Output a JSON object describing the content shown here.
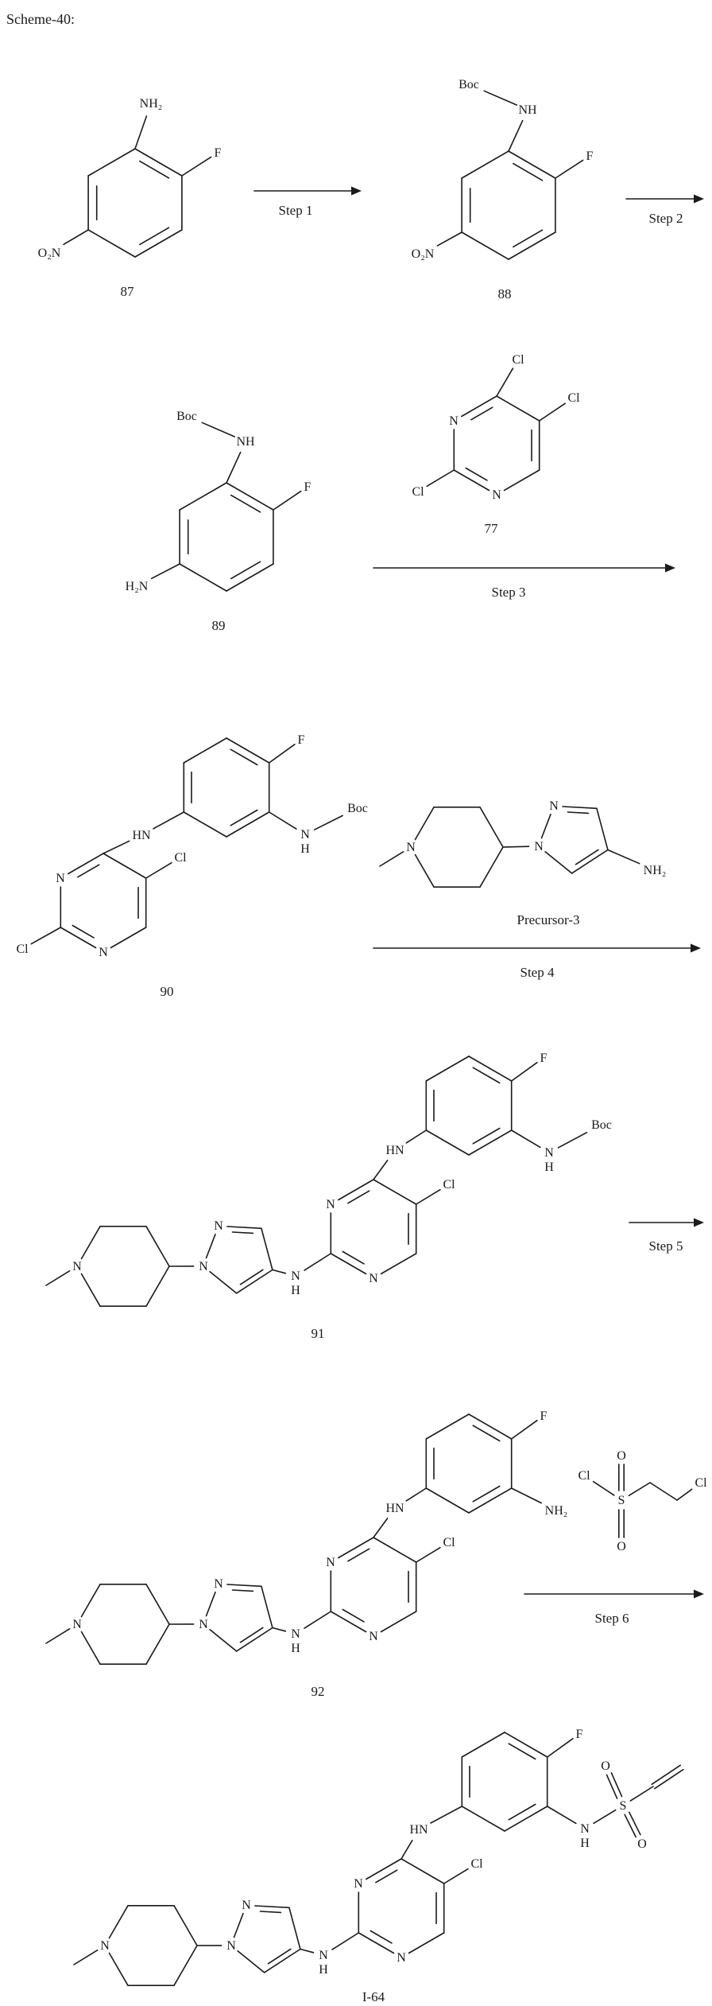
{
  "scheme": {
    "title": "Scheme-40:"
  },
  "steps": {
    "s1": "Step 1",
    "s2": "Step 2",
    "s3": "Step 3",
    "s4": "Step 4",
    "s5": "Step 5",
    "s6": "Step 6"
  },
  "compounds": {
    "c87": {
      "num": "87"
    },
    "c88": {
      "num": "88"
    },
    "c89": {
      "num": "89"
    },
    "c77": {
      "num": "77"
    },
    "c90": {
      "num": "90"
    },
    "precursor3": {
      "name": "Precursor-3"
    },
    "c91": {
      "num": "91"
    },
    "c92": {
      "num": "92"
    },
    "i64": {
      "num": "I-64"
    }
  },
  "atoms": {
    "NH2": "NH₂",
    "H2N": "H₂N",
    "O2N": "O₂N",
    "NH": "NH",
    "HN": "HN",
    "N": "N",
    "H": "H",
    "F": "F",
    "Cl": "Cl",
    "Boc": "Boc",
    "S": "S",
    "O": "O"
  }
}
